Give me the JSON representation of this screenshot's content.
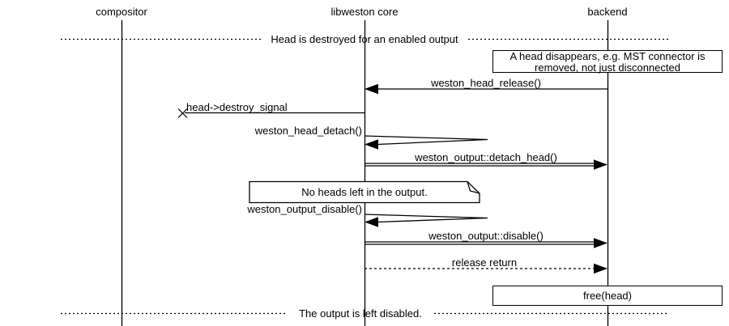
{
  "diagram": {
    "title_hint": "libweston head destroy sequence",
    "participants": [
      {
        "name": "compositor"
      },
      {
        "name": "libweston core"
      },
      {
        "name": "backend"
      }
    ],
    "dividers": [
      {
        "label": "Head is destroyed for an enabled output"
      },
      {
        "label": "The output is left disabled."
      }
    ],
    "notes": [
      {
        "line1": "A head disappears, e.g. MST connector is",
        "line2": "removed, not just disconnected"
      },
      {
        "text": "No heads left in the output."
      }
    ],
    "messages": [
      {
        "label": "weston_head_release()",
        "from": "backend",
        "to": "libweston core",
        "style": "solid"
      },
      {
        "label": "head->destroy_signal",
        "from": "libweston core",
        "to": "lost",
        "style": "lost"
      },
      {
        "label": "weston_head_detach()",
        "from": "libweston core",
        "to": "libweston core",
        "style": "self"
      },
      {
        "label": "weston_output::detach_head()",
        "from": "libweston core",
        "to": "backend",
        "style": "double"
      },
      {
        "label": "weston_output_disable()",
        "from": "libweston core",
        "to": "libweston core",
        "style": "self"
      },
      {
        "label": "weston_output::disable()",
        "from": "libweston core",
        "to": "backend",
        "style": "double"
      },
      {
        "label": "release return",
        "from": "libweston core",
        "to": "backend",
        "style": "dotted"
      }
    ],
    "boxes": [
      {
        "label": "free(head)",
        "on": "backend"
      }
    ]
  },
  "colors": {
    "line": "#000000",
    "background": "#ffffff"
  }
}
